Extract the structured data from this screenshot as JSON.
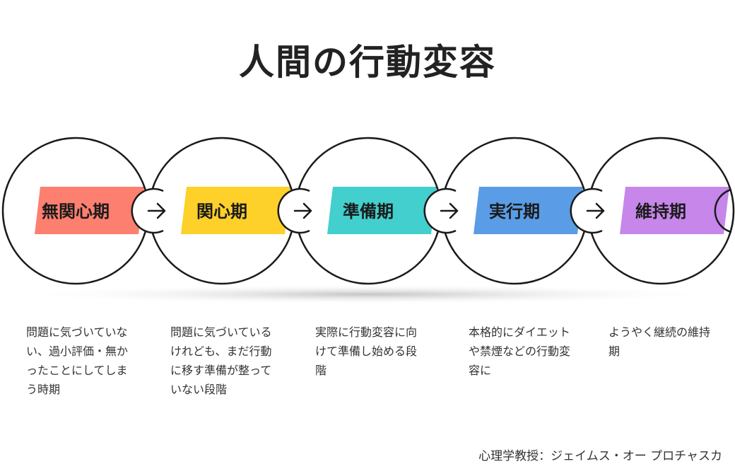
{
  "title": "人間の行動変容",
  "stages": [
    {
      "label": "無関心期",
      "color": "#fd7f6f",
      "description": "問題に気づいていない、過小評価・無かったことにしてしまう時期"
    },
    {
      "label": "関心期",
      "color": "#fdd02a",
      "description": "問題に気づいているけれども、まだ行動に移す準備が整っていない段階"
    },
    {
      "label": "準備期",
      "color": "#43cfcd",
      "description": "実際に行動変容に向けて準備し始める段階"
    },
    {
      "label": "実行期",
      "color": "#5a9de6",
      "description": "本格的にダイエットや禁煙などの行動変容に"
    },
    {
      "label": "維持期",
      "color": "#c786ea",
      "description": "ようやく継続の維持期"
    }
  ],
  "credit": "心理学教授：ジェイムス・オー プロチャスカ"
}
